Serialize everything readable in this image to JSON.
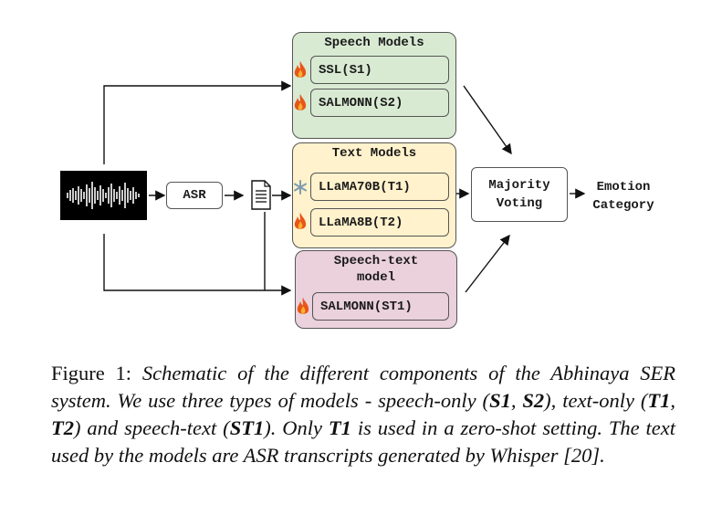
{
  "diagram": {
    "input_waveform_icon": "audio-waveform-icon",
    "asr_label": "ASR",
    "transcript_icon": "document-icon",
    "speech_group": {
      "title": "Speech Models",
      "color": "#d9ead3",
      "models": [
        {
          "label": "SSL(S1)",
          "icon": "flame-icon"
        },
        {
          "label": "SALMONN(S2)",
          "icon": "flame-icon"
        }
      ]
    },
    "text_group": {
      "title": "Text Models",
      "color": "#fff2cc",
      "models": [
        {
          "label": "LLaMA70B(T1)",
          "icon": "snowflake-icon"
        },
        {
          "label": "LLaMA8B(T2)",
          "icon": "flame-icon"
        }
      ]
    },
    "speech_text_group": {
      "title_line1": "Speech-text",
      "title_line2": "model",
      "color": "#ead1dc",
      "models": [
        {
          "label": "SALMONN(ST1)",
          "icon": "flame-icon"
        }
      ]
    },
    "voting_line1": "Majority",
    "voting_line2": "Voting",
    "output_line1": "Emotion",
    "output_line2": "Category"
  },
  "caption": {
    "prefix": "Figure 1: ",
    "part1": "Schematic of the different components of the Abhinaya SER system.  We use three types of models - speech-only (",
    "s1": "S1",
    "sep1": ", ",
    "s2": "S2",
    "part2": "), text-only (",
    "t1": "T1",
    "sep2": ", ",
    "t2": "T2",
    "part3": ") and speech-text (",
    "st1": "ST1",
    "part4": ").  Only ",
    "t1b": "T1",
    "part5": " is used in a zero-shot setting.  The text used by the models are ASR transcripts generated by Whisper [20]."
  }
}
